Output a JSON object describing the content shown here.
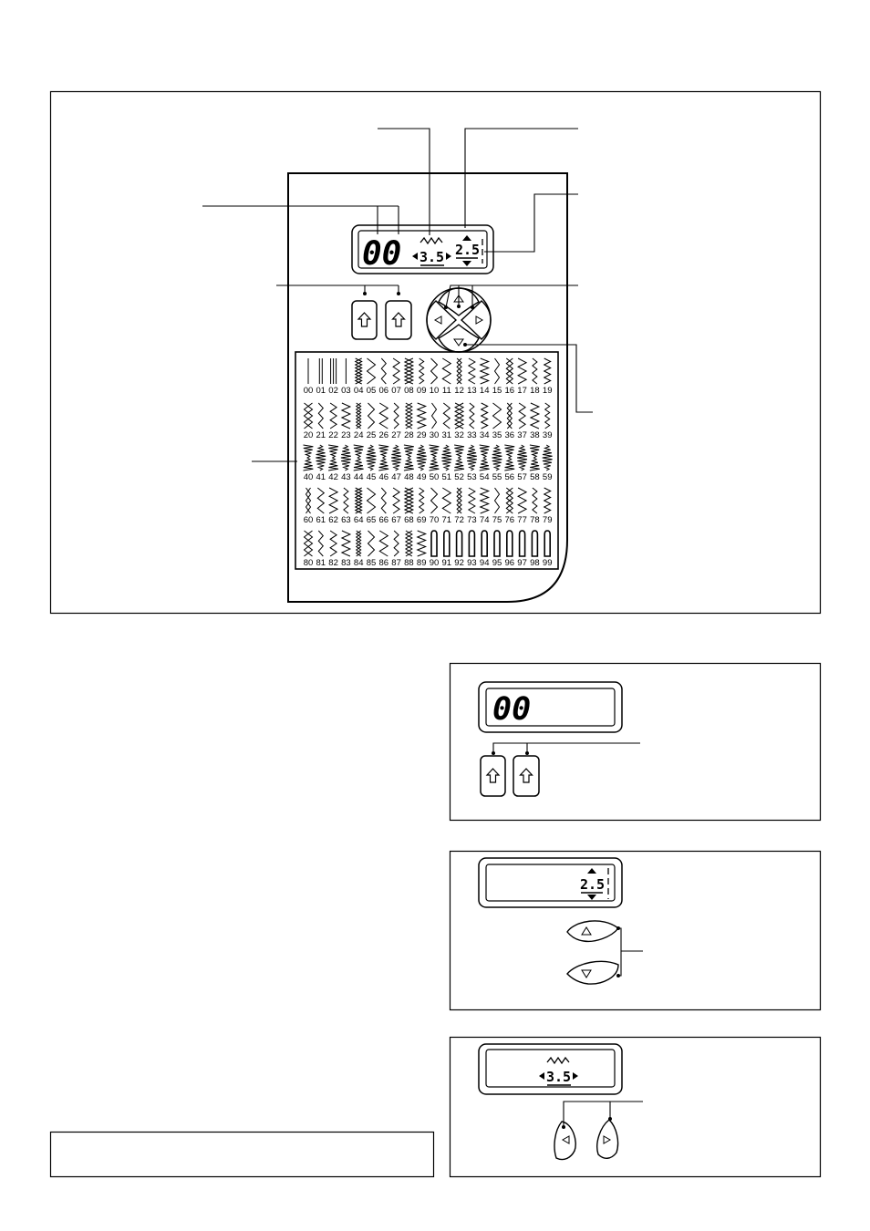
{
  "main_display": {
    "pattern_digits": "00",
    "width_value": "3.5",
    "length_value": "2.5"
  },
  "stitch_chart": {
    "numbers": [
      "00",
      "01",
      "02",
      "03",
      "04",
      "05",
      "06",
      "07",
      "08",
      "09",
      "10",
      "11",
      "12",
      "13",
      "14",
      "15",
      "16",
      "17",
      "18",
      "19",
      "20",
      "21",
      "22",
      "23",
      "24",
      "25",
      "26",
      "27",
      "28",
      "29",
      "30",
      "31",
      "32",
      "33",
      "34",
      "35",
      "36",
      "37",
      "38",
      "39",
      "40",
      "41",
      "42",
      "43",
      "44",
      "45",
      "46",
      "47",
      "48",
      "49",
      "50",
      "51",
      "52",
      "53",
      "54",
      "55",
      "56",
      "57",
      "58",
      "59",
      "60",
      "61",
      "62",
      "63",
      "64",
      "65",
      "66",
      "67",
      "68",
      "69",
      "70",
      "71",
      "72",
      "73",
      "74",
      "75",
      "76",
      "77",
      "78",
      "79",
      "80",
      "81",
      "82",
      "83",
      "84",
      "85",
      "86",
      "87",
      "88",
      "89",
      "90",
      "91",
      "92",
      "93",
      "94",
      "95",
      "96",
      "97",
      "98",
      "99"
    ]
  },
  "pattern_panel": {
    "display_digits": "00"
  },
  "length_panel": {
    "display_value": "2.5"
  },
  "width_panel": {
    "display_value": "3.5"
  },
  "icons": {
    "pattern_buttons": "up-arrow-icon",
    "length_increase": "triangle-up-icon",
    "length_decrease": "triangle-down-icon",
    "width_decrease": "triangle-left-icon",
    "width_increase": "triangle-right-icon",
    "width_indicator": "zigzag-icon"
  },
  "colors": {
    "ink": "#000000",
    "background": "#ffffff"
  }
}
